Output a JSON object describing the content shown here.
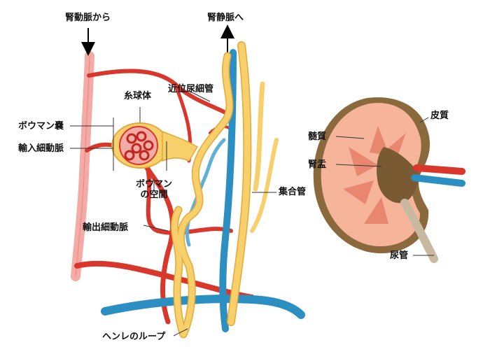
{
  "labels": {
    "renal_artery_in": "腎動脈から",
    "renal_vein_out": "腎静脈へ",
    "glomerulus": "糸球体",
    "proximal_tubule": "近位尿細管",
    "bowman_capsule": "ボウマン嚢",
    "afferent_arteriole": "輸入細動脈",
    "bowman_space_line1": "ボウマン",
    "bowman_space_line2": "の空間",
    "collecting_duct": "集合管",
    "efferent_arteriole": "輸出細動脈",
    "loop_of_henle": "ヘンレのループ",
    "cortex": "皮質",
    "medulla": "髄質",
    "renal_pelvis": "腎盂",
    "ureter": "尿管"
  },
  "colors": {
    "artery": "#d9362c",
    "artery_light": "#f4aaa5",
    "vein": "#2b8fc1",
    "tubule": "#f7cf6b",
    "tubule_outline": "#e2a93a",
    "kidney_cortex": "#f6b59b",
    "kidney_medulla": "#e9866f",
    "pelvis": "#8a6a3d",
    "leader": "#333333"
  }
}
